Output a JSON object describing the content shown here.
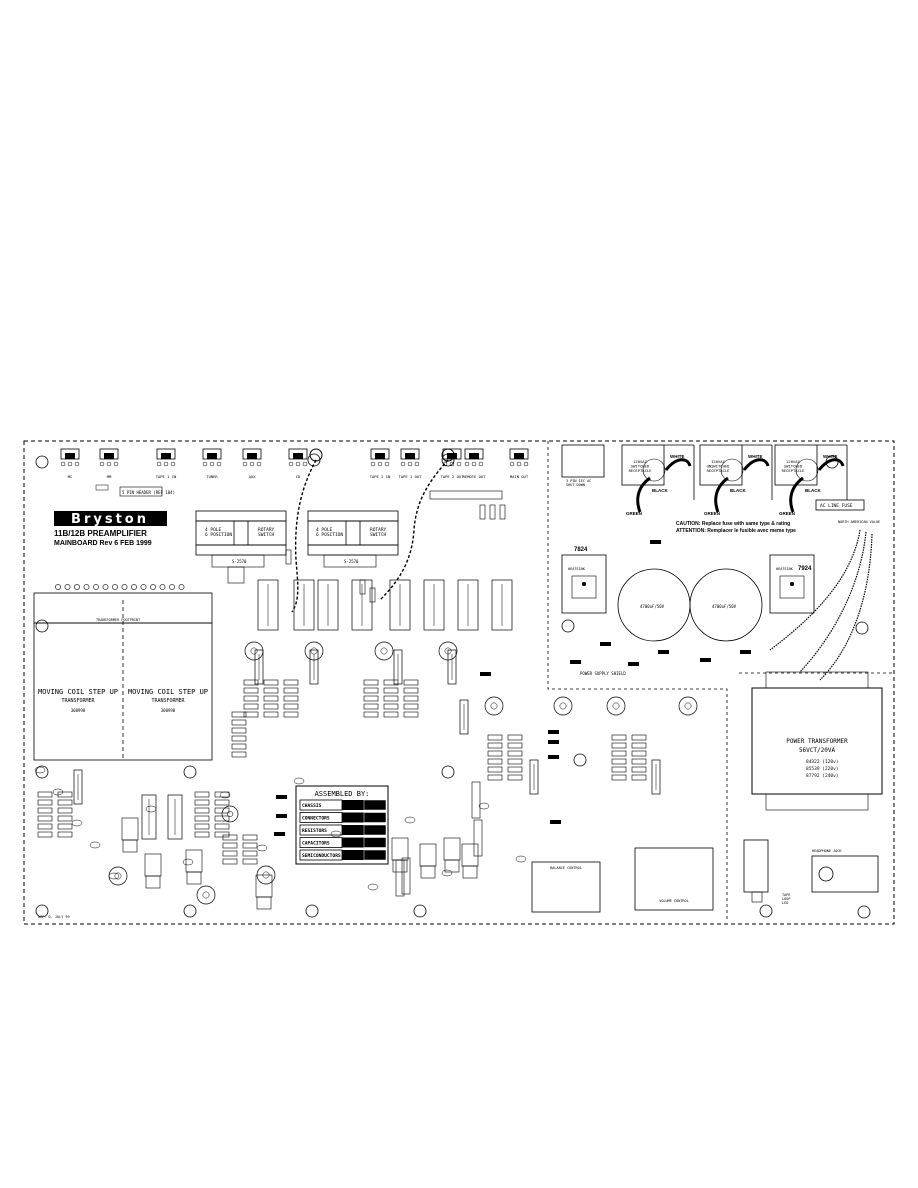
{
  "brand": {
    "logo_text": "Bryston",
    "model": "11B/12B PREAMPLIFIER",
    "board_line": "MAINBOARD  Rev 6  FEB 1999",
    "label_top": "5 PIN HEADER (REF 104)",
    "approval": "APP. D. JULY 99"
  },
  "rca_jacks": [
    "MC",
    "MM",
    "TAPE 1 IN",
    "TUNER",
    "AUX",
    "CD",
    "TAPE 2 IN",
    "TAPE 1 OUT",
    "TAPE 2 OUT",
    "REMOTE OUT",
    "MAIN OUT"
  ],
  "switches": [
    {
      "left": "4 POLE\n6 POSITION",
      "right": "ROTARY\nSWITCH",
      "part": "S-2570"
    },
    {
      "left": "4 POLE\n6 POSITION",
      "right": "ROTARY\nSWITCH",
      "part": "S-2570"
    }
  ],
  "transformers_mc": [
    {
      "line1": "MOVING COIL STEP UP",
      "line2": "TRANSFORMER",
      "part": "300990"
    },
    {
      "line1": "MOVING COIL STEP UP",
      "line2": "TRANSFORMER",
      "part": "300990"
    }
  ],
  "mc_header_label": "TRANSFORMER FOOTPRINT",
  "assembled": {
    "title": "ASSEMBLED BY:",
    "rows": [
      "CHASSIS",
      "CONNECTORS",
      "RESISTORS",
      "CAPACITORS",
      "SEMICONDUCTORS"
    ]
  },
  "power": {
    "iec_label": "3 PIN IEC AC\nSHUT DOWN",
    "receptacles": [
      "120VAC\nSWITCHED\nRECEPTACLE",
      "120VAC\nUNSWITCHED\nRECEPTACLE",
      "120VAC\nSWITCHED\nRECEPTACLE"
    ],
    "wire_colors": [
      "WHITE",
      "BLACK",
      "GREEN",
      "WHITE",
      "BLACK",
      "GREEN",
      "WHITE",
      "BLACK",
      "GREEN"
    ],
    "caution_1": "CAUTION: Replace fuse with same type & rating",
    "caution_2": "ATTENTION: Remplacer le fusible avec meme type",
    "ac_fuse": "AC LINE FUSE",
    "north_american": "NORTH AMERICAN VALUE",
    "reg_labels": [
      "7824",
      "7924"
    ],
    "heatsink_label": "HEATSINK",
    "cap_labels": [
      "4700uF/50V",
      "4700uF/50V"
    ],
    "psu_title": "POWER SUPPLY SHIELD",
    "xfmr_title": "POWER TRANSFORMER",
    "xfmr_rating": "56VCT/20VA",
    "xfmr_parts": [
      "84322 (120v)",
      "85539 (220v)",
      "87792 (240v)"
    ],
    "headphone": "HEADPHONE JACK",
    "balance": "BALANCE CONTROL",
    "volume": "VOLUME CONTROL",
    "tape_loop": "TAPE\nLOOP\nLED"
  }
}
